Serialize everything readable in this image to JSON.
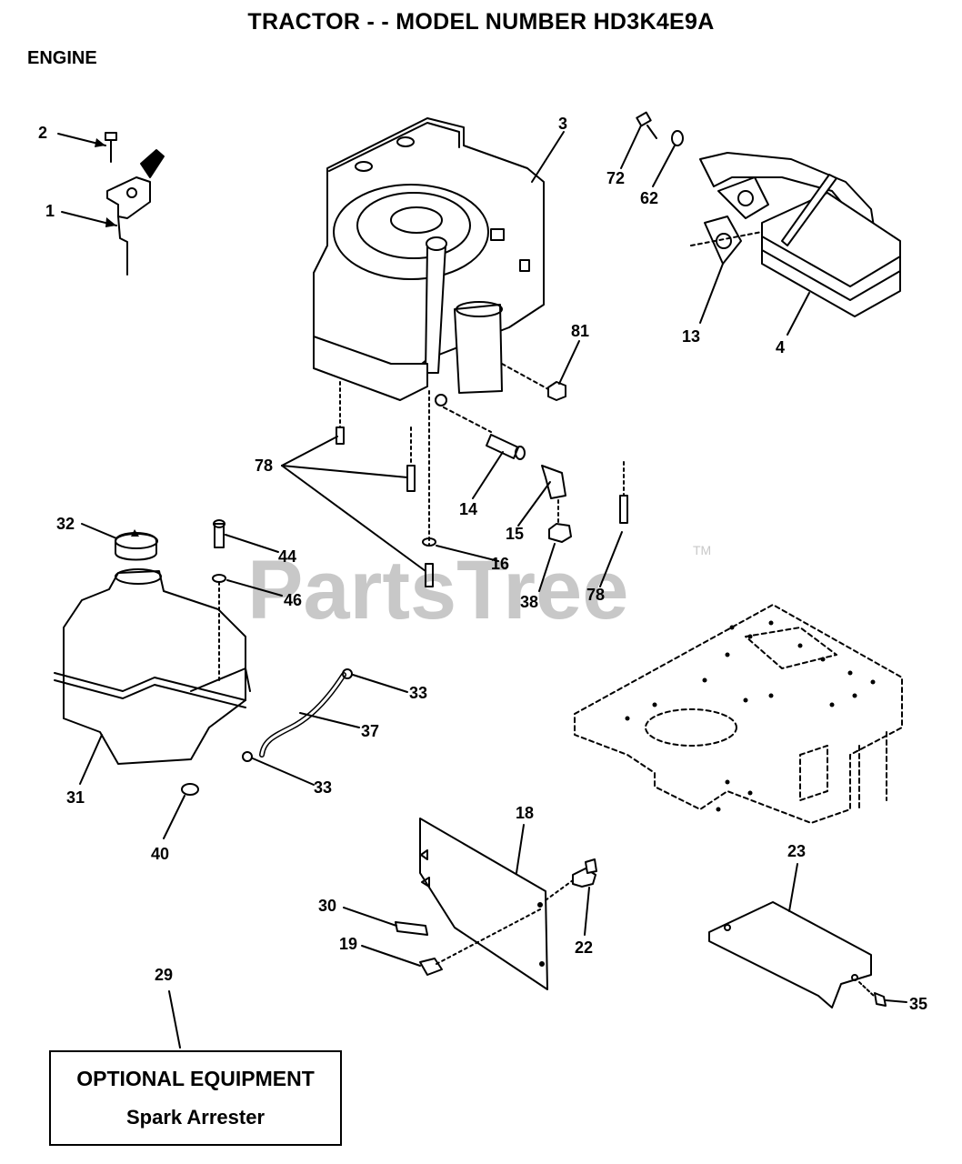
{
  "header": {
    "title": "TRACTOR - - MODEL NUMBER HD3K4E9A",
    "section": "ENGINE"
  },
  "watermark": {
    "text": "PartsTree",
    "trademark": "TM"
  },
  "optional_box": {
    "line1": "OPTIONAL EQUIPMENT",
    "line2": "Spark Arrester"
  },
  "callouts": [
    "2",
    "1",
    "3",
    "72",
    "62",
    "13",
    "4",
    "81",
    "78",
    "14",
    "15",
    "16",
    "38",
    "78",
    "32",
    "44",
    "46",
    "33",
    "37",
    "33",
    "31",
    "40",
    "18",
    "22",
    "30",
    "19",
    "23",
    "35",
    "29"
  ]
}
